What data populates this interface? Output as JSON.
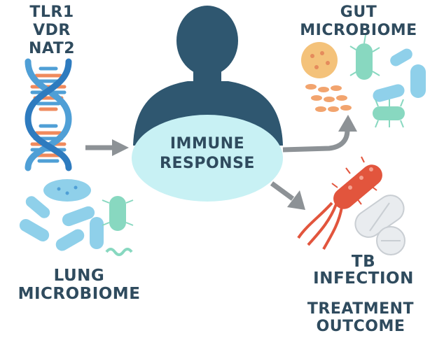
{
  "genes": [
    "TLR1",
    "VDR",
    "NAT2"
  ],
  "center": {
    "line1": "IMMUNE",
    "line2": "RESPONSE"
  },
  "gut": {
    "line1": "GUT",
    "line2": "MICROBIOME"
  },
  "lung": {
    "line1": "LUNG",
    "line2": "MICROBIOME"
  },
  "tb": {
    "line1": "TB",
    "line2": "INFECTION"
  },
  "treatment": {
    "line1": "TREATMENT",
    "line2": "OUTCOME"
  },
  "colors": {
    "text": "#2f4b5e",
    "person": "#2f5770",
    "bubble": "#c8f1f4",
    "arrow": "#8d9296",
    "dna_blue": "#4f9fd6",
    "dna_orange": "#ef8a5d",
    "bacteria_blue": "#8fd0ea",
    "bacteria_green": "#88d8c0",
    "cocci": "#f2a46e",
    "tb_red": "#e2553d"
  }
}
